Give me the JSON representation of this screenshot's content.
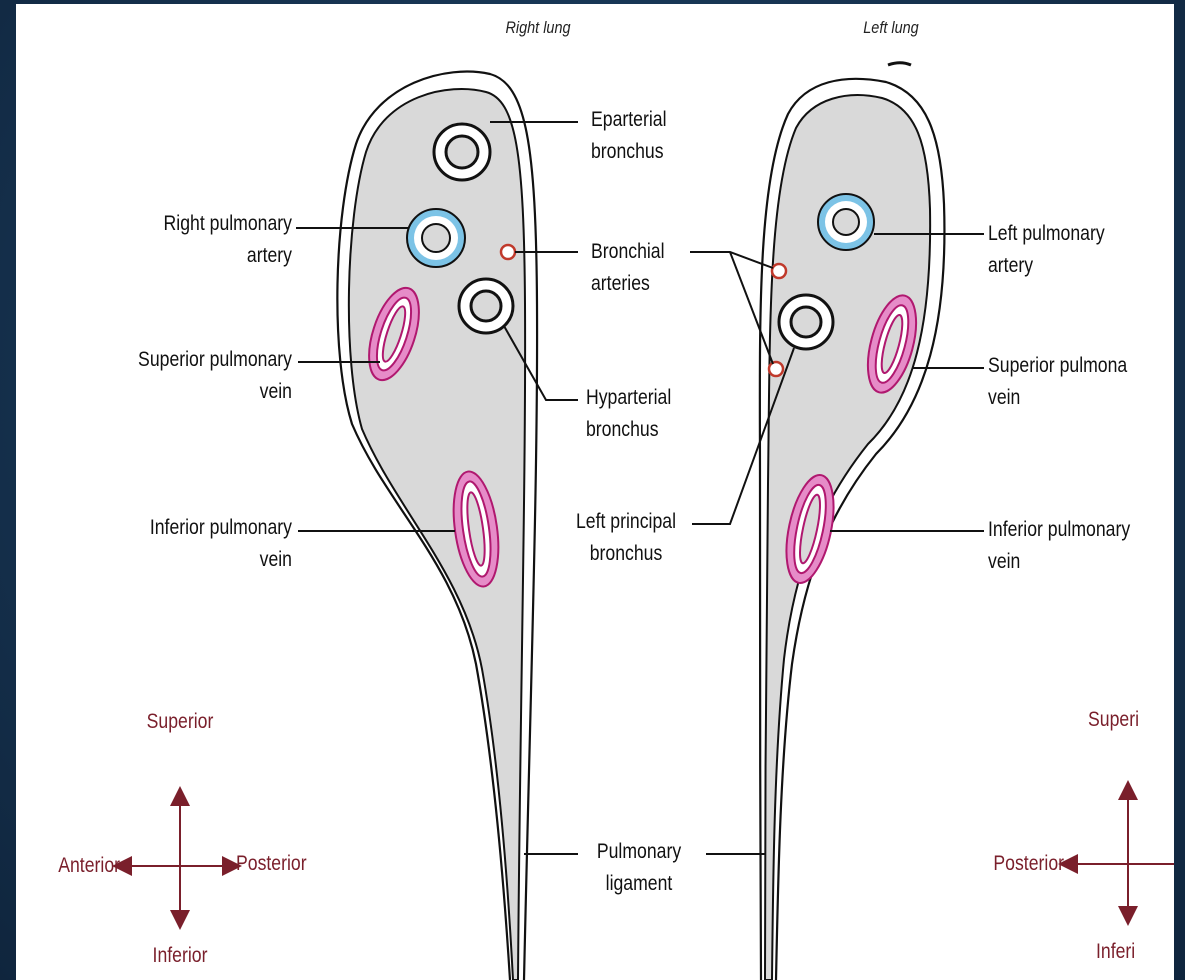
{
  "titles": {
    "right": "Right lung",
    "left": "Left lung"
  },
  "labels": {
    "eparterial": "Eparterial\nbronchus",
    "right_pulmonary_artery": "Right pulmonary\nartery",
    "bronchial_arteries": "Bronchial\narteries",
    "superior_pulmonary_vein_r": "Superior pulmonary\nvein",
    "hyparterial": "Hyparterial\nbronchus",
    "inferior_pulmonary_vein_r": "Inferior pulmonary\nvein",
    "left_principal_bronchus": "Left principal\nbronchus",
    "left_pulmonary_artery": "Left pulmonary\nartery",
    "superior_pulmonary_vein_l": "Superior pulmona\nvein",
    "inferior_pulmonary_vein_l": "Inferior pulmonary\nvein",
    "pulmonary_ligament": "Pulmonary\nligament"
  },
  "orientation_right": {
    "superior": "Superior",
    "inferior": "Inferior",
    "anterior": "Anterior",
    "posterior": "Posterior"
  },
  "orientation_left": {
    "superior": "Superi",
    "inferior": "Inferi",
    "posterior": "Posterior"
  },
  "colors": {
    "artery_blue": "#7cc3e6",
    "vein_pink": "#e68cc8",
    "vein_stroke": "#b0186f",
    "bronchial_red": "#c0392b",
    "lung_fill": "#d9d9d9",
    "direction": "#7a1f2b"
  }
}
